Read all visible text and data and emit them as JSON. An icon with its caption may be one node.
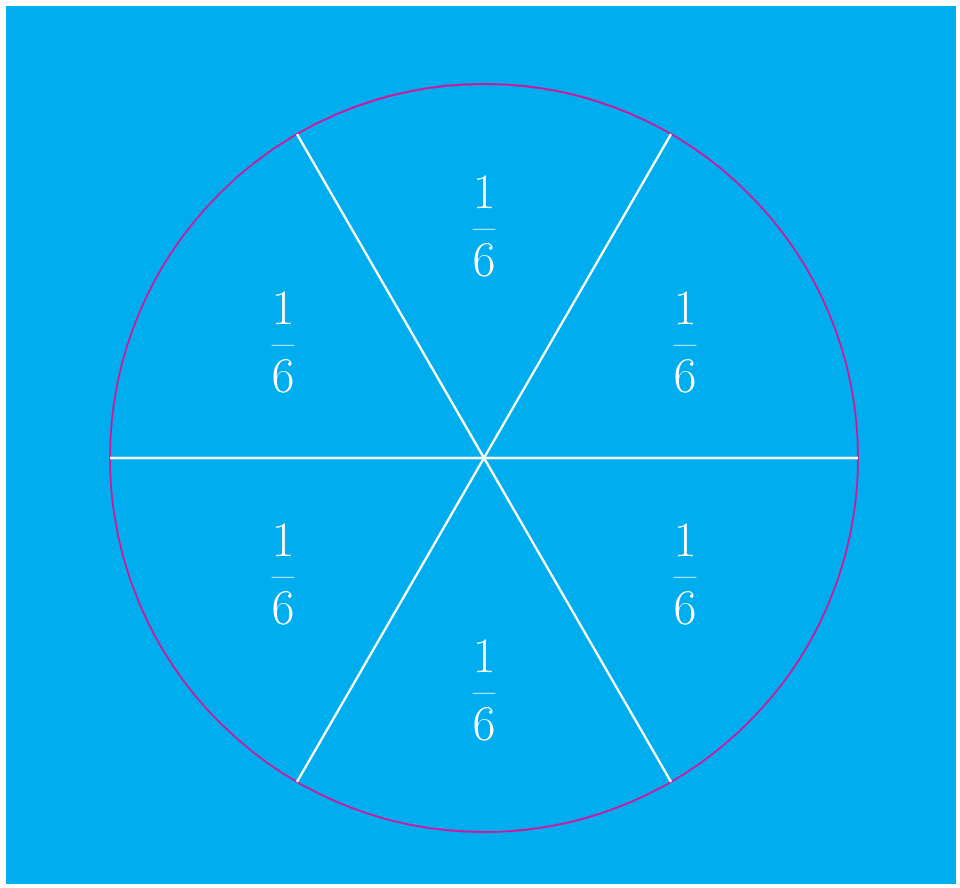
{
  "diagram": {
    "labels": [
      "\\frac{1}{6}",
      "\\frac{1}{6}",
      "\\frac{1}{6}",
      "\\frac{1}{6}",
      "\\frac{1}{6}",
      "\\frac{1}{6}"
    ]
  }
}
